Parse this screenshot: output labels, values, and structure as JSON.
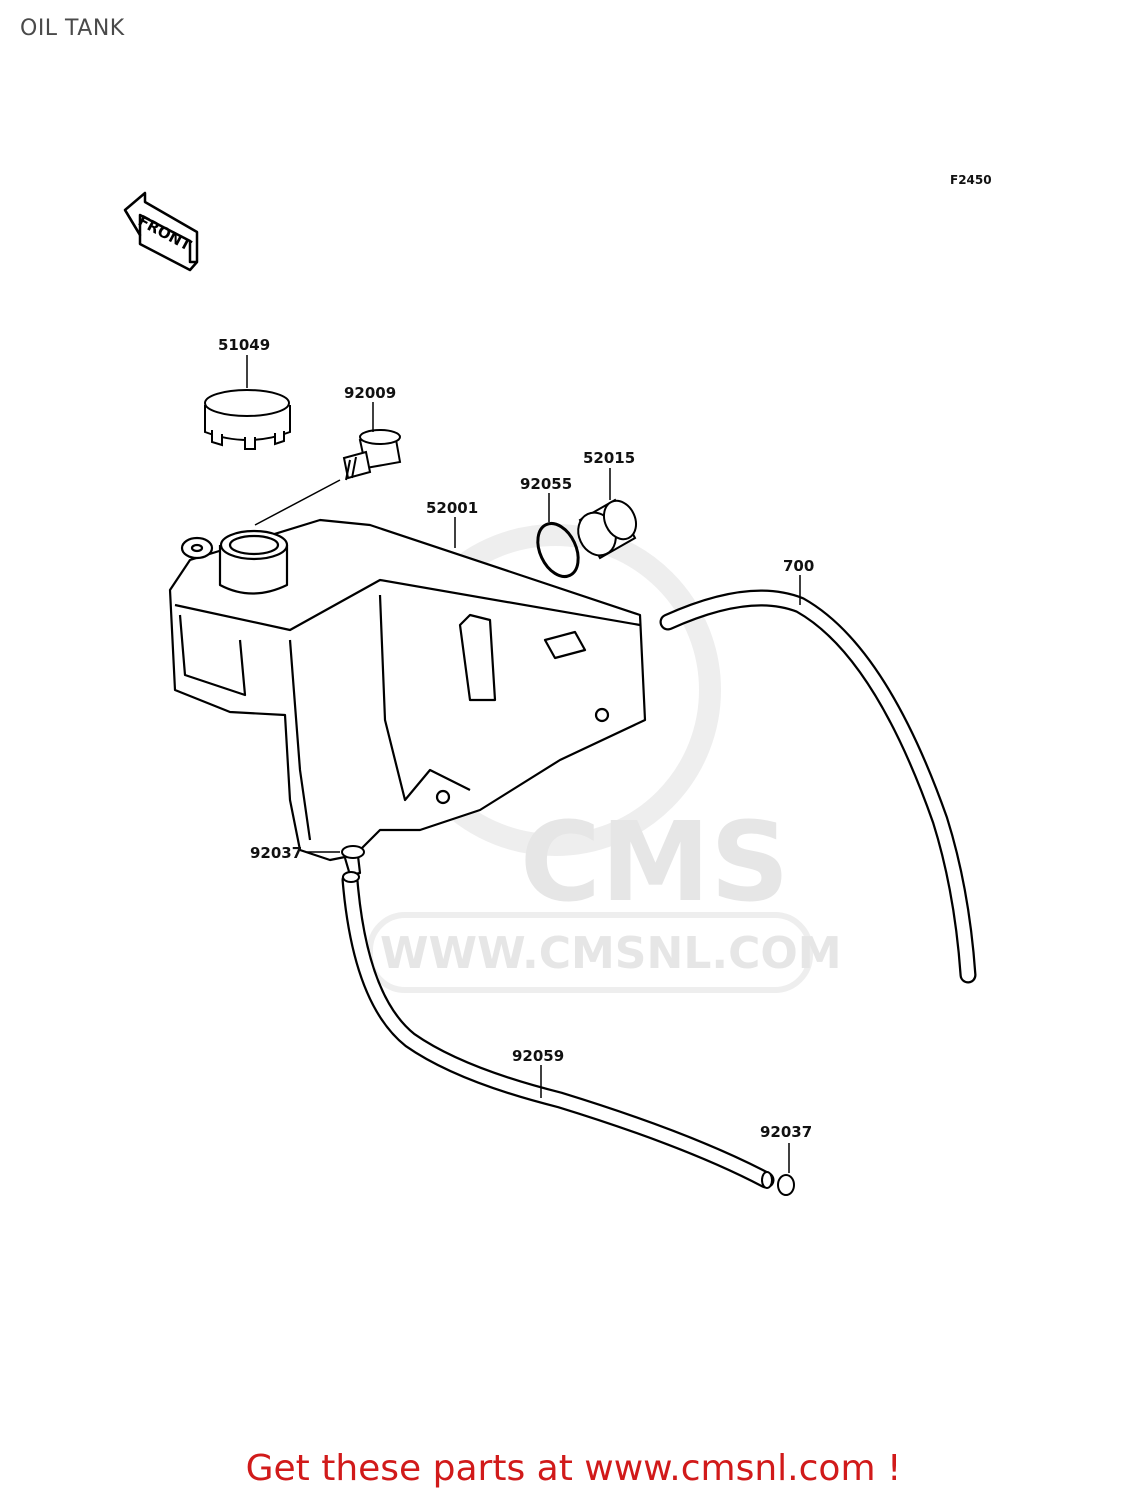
{
  "header": {
    "title": "OIL TANK"
  },
  "diagram": {
    "figure_code": "F2450",
    "front_label": "FRONT",
    "watermark": {
      "brand": "CMS",
      "url": "WWW.CMSNL.COM"
    },
    "part_labels": {
      "p51049": "51049",
      "p92009": "92009",
      "p52015": "52015",
      "p92055": "92055",
      "p52001": "52001",
      "p700": "700",
      "p92037_top": "92037",
      "p92059": "92059",
      "p92037_bottom": "92037"
    }
  },
  "footer": {
    "cta": "Get these parts at www.cmsnl.com !",
    "cta_color": "#d11a1a"
  }
}
